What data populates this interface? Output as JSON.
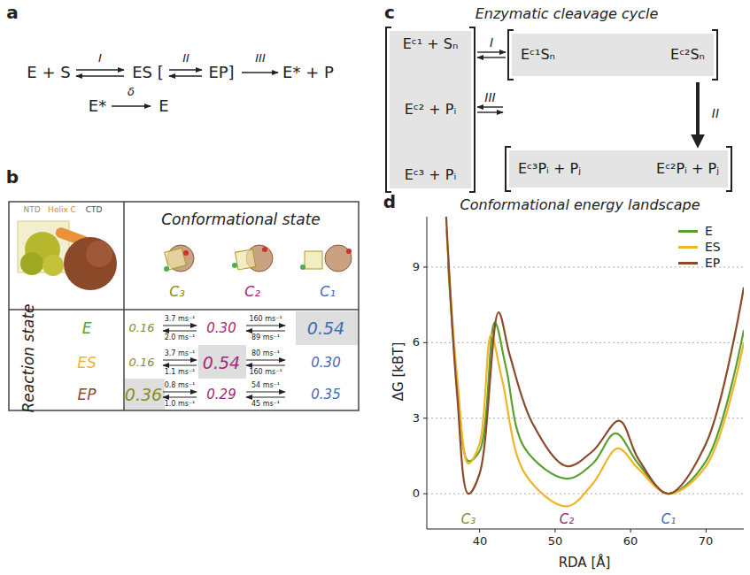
{
  "diagram": {
    "nodes": [
      {
        "text": [
          "Eᶜ¹ + Sₙ",
          "Eᶜ² + Pᵢ",
          "Eᶜ³ + Pᵢ"
        ]
      },
      {
        "text": [
          "Eᶜ¹Sₙ",
          "Eᶜ²Sₙ"
        ]
      },
      {
        "text": [
          "Eᶜ³Pᵢ + Pⱼ",
          "Eᶜ²Pᵢ + Pⱼ"
        ]
      }
    ],
    "edges": [
      {
        "from": 0,
        "to": 1,
        "label": "I",
        "arrow": "both"
      },
      {
        "from": 1,
        "to": 2,
        "label": "II",
        "arrow": "to"
      },
      {
        "from": 2,
        "to": 0,
        "label": "III",
        "arrow": "both"
      }
    ],
    "labels": [
      "a",
      "E + S",
      "I",
      "ES [",
      "II",
      "EP]",
      "III",
      "E* + P",
      "E*",
      "δ",
      "E",
      "b",
      "NTD",
      "Helix C",
      "CTD",
      "Conformational state",
      "C₃",
      "C₂",
      "C₁",
      "Reaction state",
      "E",
      "ES",
      "EP",
      "0.16",
      "3.7 ms⁻¹",
      "2.0 ms⁻¹",
      "0.30",
      "160 ms⁻¹",
      "89 ms⁻¹",
      "0.54",
      "0.16",
      "3.7 ms⁻¹",
      "1.1 ms⁻¹",
      "0.54",
      "80 ms⁻¹",
      "160 ms⁻¹",
      "0.30",
      "0.36",
      "0.8 ms⁻¹",
      "1.0 ms⁻¹",
      "0.29",
      "54 ms⁻¹",
      "45 ms⁻¹",
      "0.35",
      "c",
      "Enzymatic cleavage cycle",
      "Sₙ",
      "Pᵢ",
      "d",
      "Conformational energy landscape",
      "ΔG [kBT]",
      "RDA [Å]",
      "0",
      "3",
      "6",
      "9",
      "40",
      "50",
      "60",
      "70",
      "C₃",
      "C₂",
      "C₁"
    ],
    "legend": [
      {
        "text": "E",
        "color": "#5aa02c"
      },
      {
        "text": "ES",
        "color": "#f0b429"
      },
      {
        "text": "EP",
        "color": "#8b4a2a"
      }
    ]
  }
}
